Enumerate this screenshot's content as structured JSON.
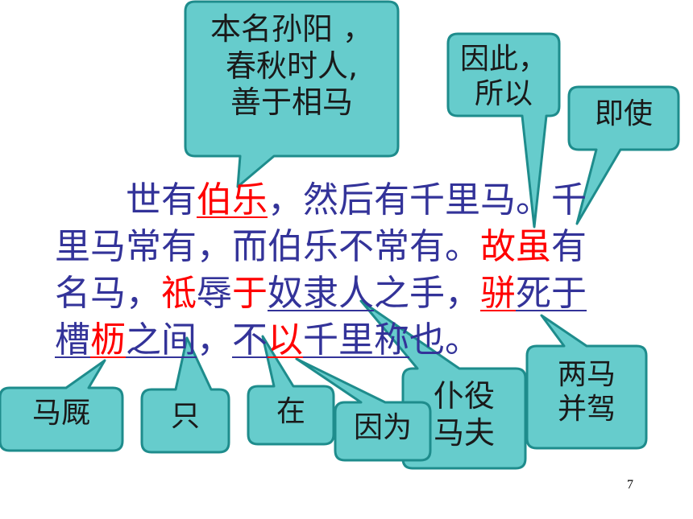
{
  "passage": {
    "line1": [
      {
        "t": "世有",
        "red": false,
        "ul": false
      },
      {
        "t": "伯乐",
        "red": true,
        "ul": true
      },
      {
        "t": "，然后有千里马。千",
        "red": false,
        "ul": false
      }
    ],
    "line2": [
      {
        "t": "里马常有，而伯乐不常有。",
        "red": false,
        "ul": false
      },
      {
        "t": "故虽",
        "red": true,
        "ul": false
      },
      {
        "t": "有",
        "red": false,
        "ul": false
      }
    ],
    "line3": [
      {
        "t": "名马，",
        "red": false,
        "ul": false
      },
      {
        "t": "祗",
        "red": true,
        "ul": false
      },
      {
        "t": "辱",
        "red": false,
        "ul": false
      },
      {
        "t": "于",
        "red": true,
        "ul": false
      },
      {
        "t": "奴隶人",
        "red": false,
        "ul": true
      },
      {
        "t": "之手，",
        "red": false,
        "ul": false
      },
      {
        "t": "骈",
        "red": true,
        "ul": true
      },
      {
        "t": "死于",
        "red": false,
        "ul": true
      }
    ],
    "line4": [
      {
        "t": "槽",
        "red": false,
        "ul": true
      },
      {
        "t": "枥",
        "red": true,
        "ul": true
      },
      {
        "t": "之间",
        "red": false,
        "ul": true
      },
      {
        "t": "，",
        "red": false,
        "ul": false
      },
      {
        "t": "不",
        "red": false,
        "ul": true
      },
      {
        "t": "以",
        "red": true,
        "ul": true
      },
      {
        "t": "千里称",
        "red": false,
        "ul": true
      },
      {
        "t": "也。",
        "red": false,
        "ul": false
      }
    ]
  },
  "callouts": {
    "bole": "本名孙阳 ，\n春秋时人,\n善于相马",
    "gu": "因此，\n所以",
    "sui": "即使",
    "liyi": "马厩",
    "zhi": "只",
    "yu": "在",
    "yi": "因为",
    "nulicai": "仆役\n马夫",
    "pian": "两马\n并驾"
  },
  "colors": {
    "callout_fill": "#66cccc",
    "callout_stroke": "#1e8c8c",
    "text": "#333399",
    "highlight": "#ff0000"
  },
  "page_number": "7"
}
